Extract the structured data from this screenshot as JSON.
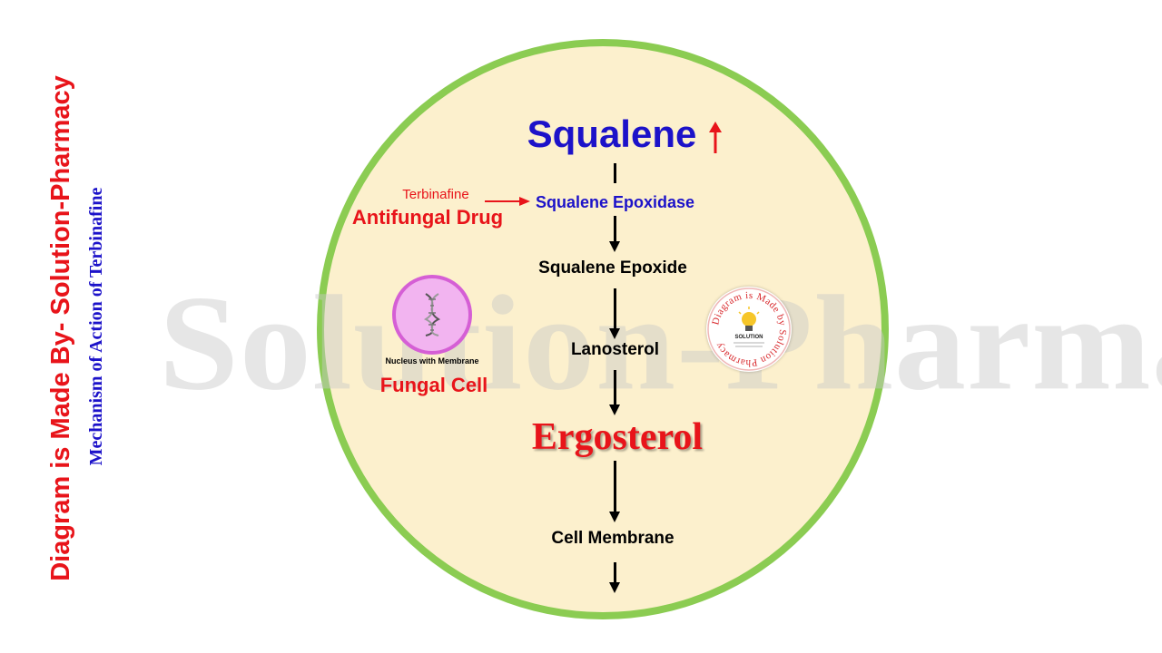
{
  "side_title": "Diagram is Made By- Solution-Pharmacy",
  "side_subtitle": "Mechanism of Action of Terbinafine",
  "watermark": "Solution-Pharmacy",
  "pathway": {
    "squalene": "Squalene",
    "enzyme": "Squalene Epoxidase",
    "epoxide": "Squalene Epoxide",
    "lanosterol": "Lanosterol",
    "ergosterol": "Ergosterol",
    "membrane": "Cell Membrane"
  },
  "drug": {
    "name": "Terbinafine",
    "class": "Antifungal Drug"
  },
  "nucleus_label": "Nucleus with Membrane",
  "cell_label": "Fungal Cell",
  "badge": {
    "ring_text": "Diagram is Made by Solution Pharmacy",
    "center": "SOLUTION"
  },
  "colors": {
    "red": "#e8141a",
    "blue": "#1c12c9",
    "cell_fill": "#fcf0cd",
    "cell_border": "#8bcc52",
    "nucleus": "#f2b4f0"
  }
}
